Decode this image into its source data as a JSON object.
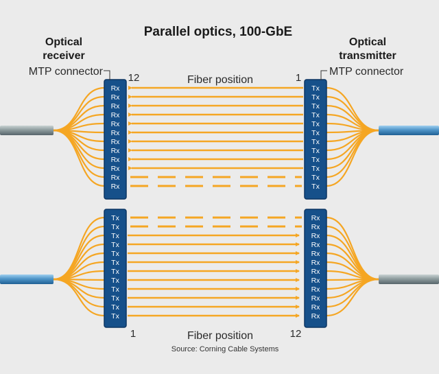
{
  "title": "Parallel optics, 100-GbE",
  "left_label": {
    "line1": "Optical",
    "line2": "receiver",
    "connector": "MTP connector"
  },
  "right_label": {
    "line1": "Optical",
    "line2": "transmitter",
    "connector": "MTP connector"
  },
  "top_fiber_label": "Fiber position",
  "bottom_fiber_label": "Fiber position",
  "top_left_num": "12",
  "top_right_num": "1",
  "bottom_left_num": "1",
  "bottom_right_num": "12",
  "source": "Source: Corning Cable Systems",
  "port_labels": {
    "rx": "Rx",
    "tx": "Tx"
  },
  "colors": {
    "fiber": "#f5a623",
    "connector": "#16508a",
    "connector_edge": "#0c3563",
    "cable_blue": "#5aa0d0",
    "cable_gray": "#8a9a9e",
    "background": "#ebebeb"
  },
  "top_link": {
    "left_ports": [
      "Rx",
      "Rx",
      "Rx",
      "Rx",
      "Rx",
      "Rx",
      "Rx",
      "Rx",
      "Rx",
      "Rx",
      "Rx",
      "Rx"
    ],
    "right_ports": [
      "Tx",
      "Tx",
      "Tx",
      "Tx",
      "Tx",
      "Tx",
      "Tx",
      "Tx",
      "Tx",
      "Tx",
      "Tx",
      "Tx"
    ],
    "direction": "right-to-left",
    "active_fibers": 10,
    "dashed_fibers": 2
  },
  "bottom_link": {
    "left_ports": [
      "Tx",
      "Tx",
      "Tx",
      "Tx",
      "Tx",
      "Tx",
      "Tx",
      "Tx",
      "Tx",
      "Tx",
      "Tx",
      "Tx"
    ],
    "right_ports": [
      "Rx",
      "Rx",
      "Rx",
      "Rx",
      "Rx",
      "Rx",
      "Rx",
      "Rx",
      "Rx",
      "Rx",
      "Rx",
      "Rx"
    ],
    "direction": "left-to-right",
    "active_fibers": 10,
    "dashed_fibers": 2
  }
}
